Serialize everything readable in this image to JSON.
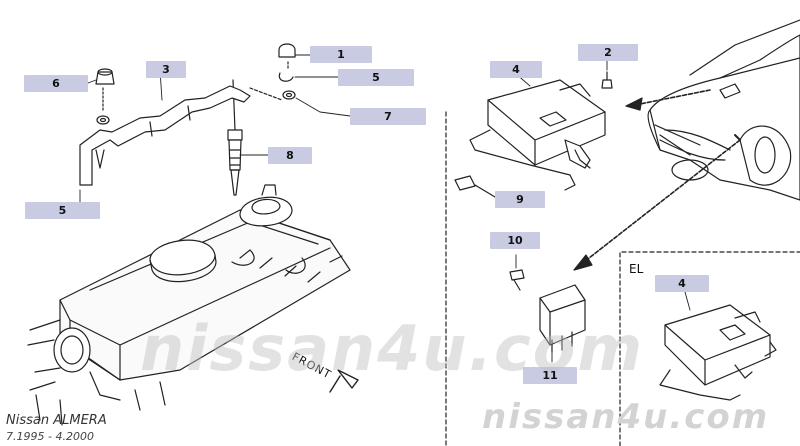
{
  "diagram": {
    "callouts": [
      {
        "id": "c1",
        "num": "1"
      },
      {
        "id": "c2",
        "num": "2"
      },
      {
        "id": "c3",
        "num": "3"
      },
      {
        "id": "c4",
        "num": "4"
      },
      {
        "id": "c4b",
        "num": "4"
      },
      {
        "id": "c5a",
        "num": "5"
      },
      {
        "id": "c5b",
        "num": "5"
      },
      {
        "id": "c6",
        "num": "6"
      },
      {
        "id": "c7",
        "num": "7"
      },
      {
        "id": "c8",
        "num": "8"
      },
      {
        "id": "c9",
        "num": "9"
      },
      {
        "id": "c10",
        "num": "10"
      },
      {
        "id": "c11",
        "num": "11"
      }
    ],
    "variant_label": "EL",
    "front_label": "FRONT",
    "watermark_center": "nissan4u.com",
    "watermark_bottom": "nissan4u.com",
    "model_name": "Nissan  ALMERA",
    "model_years": "7.1995  -  4.2000"
  }
}
